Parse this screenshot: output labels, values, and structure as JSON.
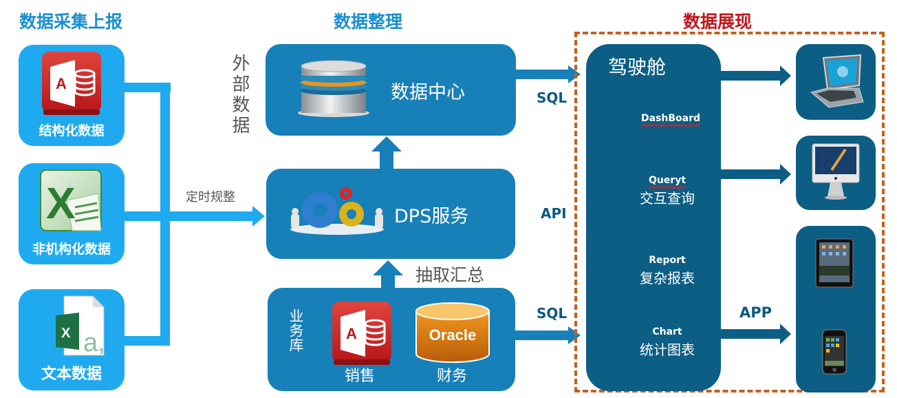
{
  "sections": {
    "collect": "数据采集上报",
    "organize": "数据整理",
    "present": "数据展现"
  },
  "sources": [
    {
      "label": "结构化数据",
      "icon": "access-database-icon"
    },
    {
      "label": "非机构化数据",
      "icon": "excel-icon"
    },
    {
      "label": "文本数据",
      "icon": "text-file-icon"
    }
  ],
  "flow_labels": {
    "scheduled": "定时规整",
    "external": "外部数据",
    "extract": "抽取汇总",
    "business_db": "业务库"
  },
  "datacenter": {
    "label": "数据中心"
  },
  "dps": {
    "label": "DPS服务"
  },
  "business": {
    "sales": "销售",
    "finance": "财务",
    "oracle": "Oracle",
    "access_letter": "A"
  },
  "protocols": {
    "sql_top": "SQL",
    "api": "API",
    "sql_bottom": "SQL",
    "app": "APP"
  },
  "cockpit": {
    "title": "驾驶舱",
    "items": [
      {
        "en": "DashBoard",
        "zh": ""
      },
      {
        "en": "Queryt",
        "zh": "交互查询"
      },
      {
        "en": "Report",
        "zh": "复杂报表"
      },
      {
        "en": "Chart",
        "zh": "统计图表"
      }
    ]
  },
  "devices": [
    "laptop",
    "imac",
    "ipad",
    "iphone"
  ],
  "colors": {
    "source_blue": "#1faaf0",
    "mid_blue": "#1880b8",
    "dark_blue": "#0d5e84",
    "frame_orange": "#c4601e",
    "title_red": "#c0161b",
    "title_blue": "#1a8fd0"
  }
}
